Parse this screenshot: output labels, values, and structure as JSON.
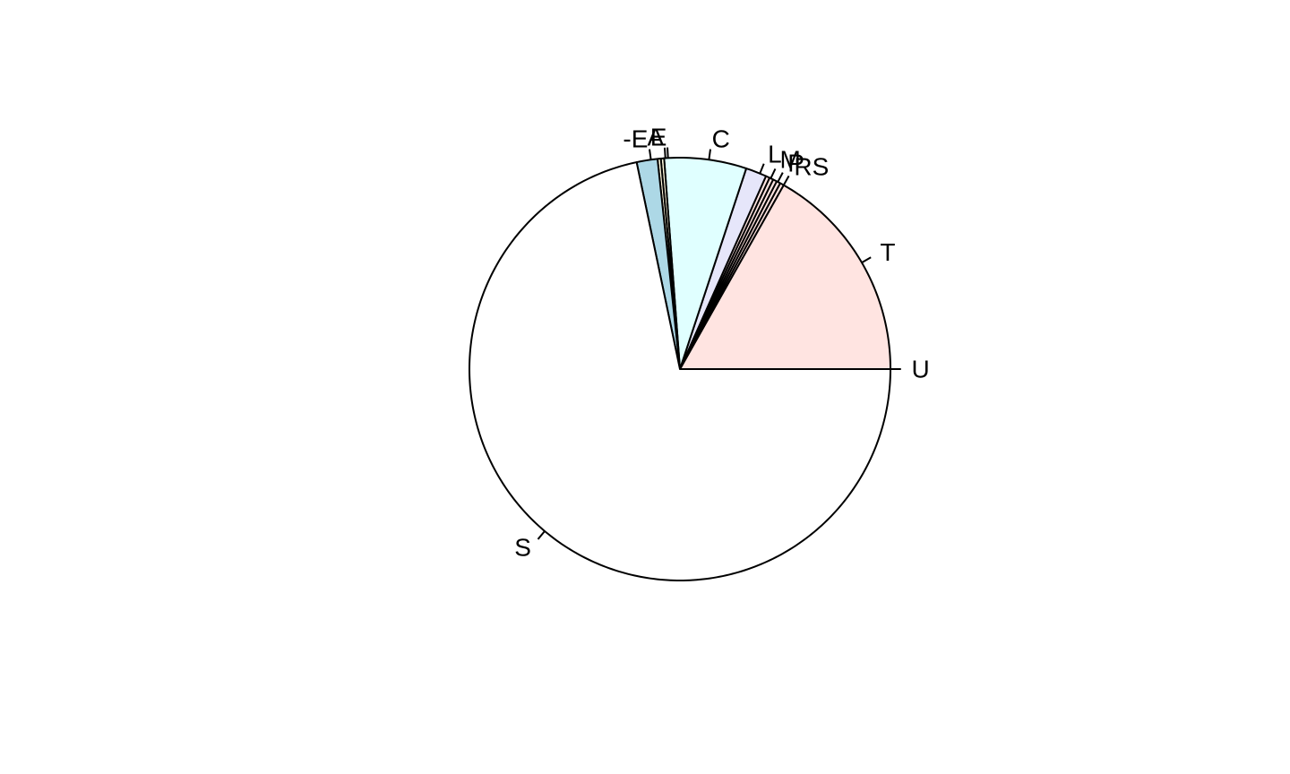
{
  "chart_data": {
    "type": "pie",
    "start_angle_deg": 0,
    "direction": "counterclockwise",
    "labels": [
      "U",
      "T",
      "S",
      "RS",
      "P",
      "M",
      "L",
      "C",
      "E",
      "A",
      "-E",
      "S"
    ],
    "values": [
      16.8,
      0.3,
      0.3,
      0.3,
      0.3,
      0.3,
      1.6,
      6.3,
      0.25,
      0.25,
      1.6,
      71.7
    ],
    "colors": [
      "#FFE4E1",
      "#FFE4E1",
      "#FFE4E1",
      "#FFE4E1",
      "#FFE4E1",
      "#FFE4E1",
      "#E6E6FA",
      "#E0FFFF",
      "#FFF8DC",
      "#FFF8DC",
      "#ADD8E6",
      "#FFFFFF"
    ],
    "label_anchor_values": {
      "U": 0,
      "T": 8.4,
      "RS": 16.8,
      "P": 17.3,
      "M": 17.9,
      "L": 18.8,
      "C": 22.8,
      "E": 25.9,
      "A": 26.1,
      "-E": 27.2,
      "S": 63.9
    },
    "legend": "none",
    "title": ""
  }
}
